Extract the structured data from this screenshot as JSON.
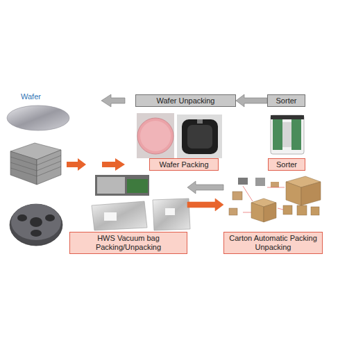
{
  "diagram": {
    "nodes": [
      {
        "text": [
          "Wafer Unpacking"
        ]
      },
      {
        "text": [
          "Sorter"
        ]
      },
      {
        "text": [
          "Wafer Packing"
        ]
      },
      {
        "text": [
          "Sorter"
        ]
      },
      {
        "text": [
          "HWS Vacuum bag Packing/Unpacking"
        ]
      },
      {
        "text": [
          "Carton Automatic Packing Unpacking"
        ]
      }
    ],
    "edges": [
      {
        "from": 1,
        "to": 0,
        "arrow": "to"
      },
      {
        "from": 5,
        "to": 4,
        "arrow": "to"
      },
      {
        "from": 4,
        "to": 5,
        "arrow": "to"
      }
    ],
    "labels": [
      "Wafer"
    ]
  }
}
